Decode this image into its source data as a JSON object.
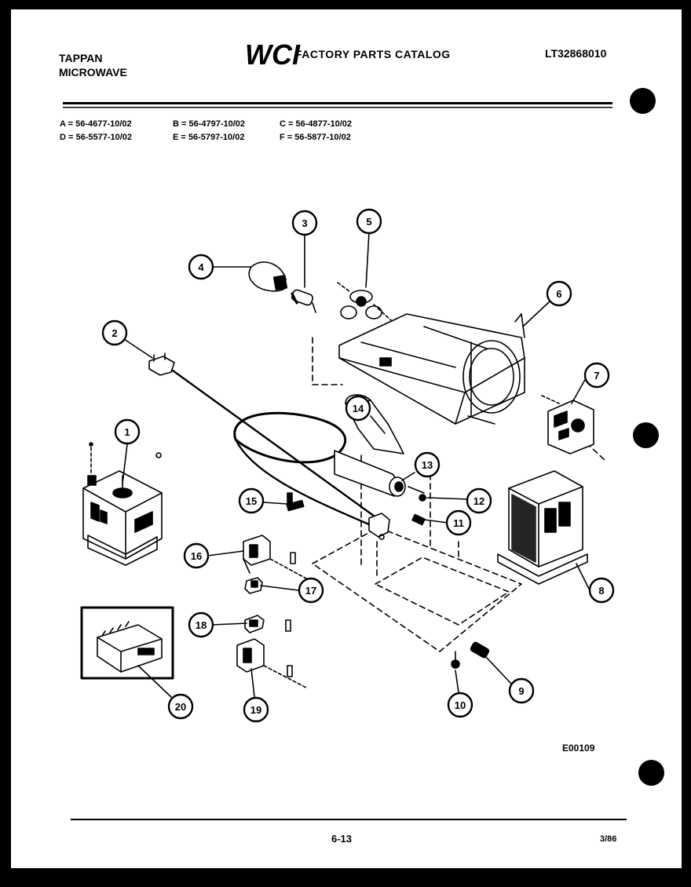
{
  "header": {
    "brand_line1": "TAPPAN",
    "brand_line2": "MICROWAVE",
    "logo": "WCI",
    "catalog_title": "FACTORY PARTS CATALOG",
    "doc_number": "LT32868010"
  },
  "models": [
    "A = 56-4677-10/02",
    "B = 56-4797-10/02",
    "C = 56-4877-10/02",
    "D = 56-5577-10/02",
    "E = 56-5797-10/02",
    "F = 56-5877-10/02"
  ],
  "callouts": [
    "1",
    "2",
    "3",
    "4",
    "5",
    "6",
    "7",
    "8",
    "9",
    "10",
    "11",
    "12",
    "13",
    "14",
    "15",
    "16",
    "17",
    "18",
    "19",
    "20"
  ],
  "diagram_id": "E00109",
  "footer": {
    "page_number": "6-13",
    "date": "3/86"
  }
}
